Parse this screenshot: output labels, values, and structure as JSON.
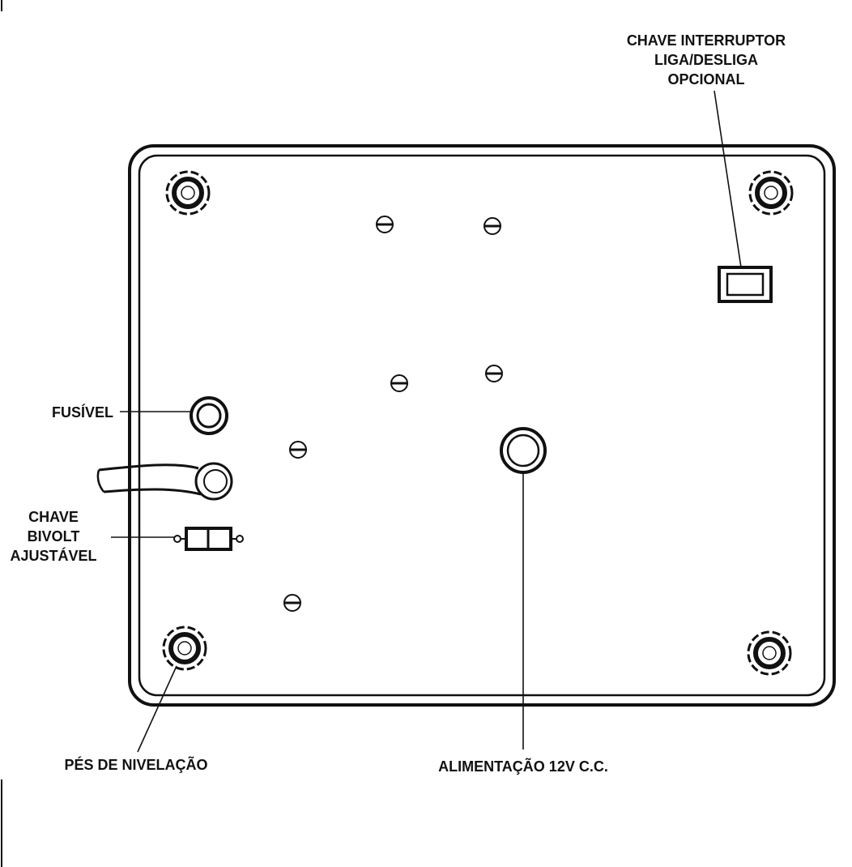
{
  "labels": {
    "switch_line1": "CHAVE INTERRUPTOR",
    "switch_line2": "LIGA/DESLIGA",
    "switch_line3": "OPCIONAL",
    "fuse": "FUSÍVEL",
    "bivolt_line1": "CHAVE",
    "bivolt_line2": "BIVOLT",
    "bivolt_line3": "AJUSTÁVEL",
    "feet": "PÉS DE NIVELAÇÃO",
    "power": "ALIMENTAÇÃO 12V C.C."
  },
  "colors": {
    "ink": "#111111",
    "background": "#ffffff"
  }
}
